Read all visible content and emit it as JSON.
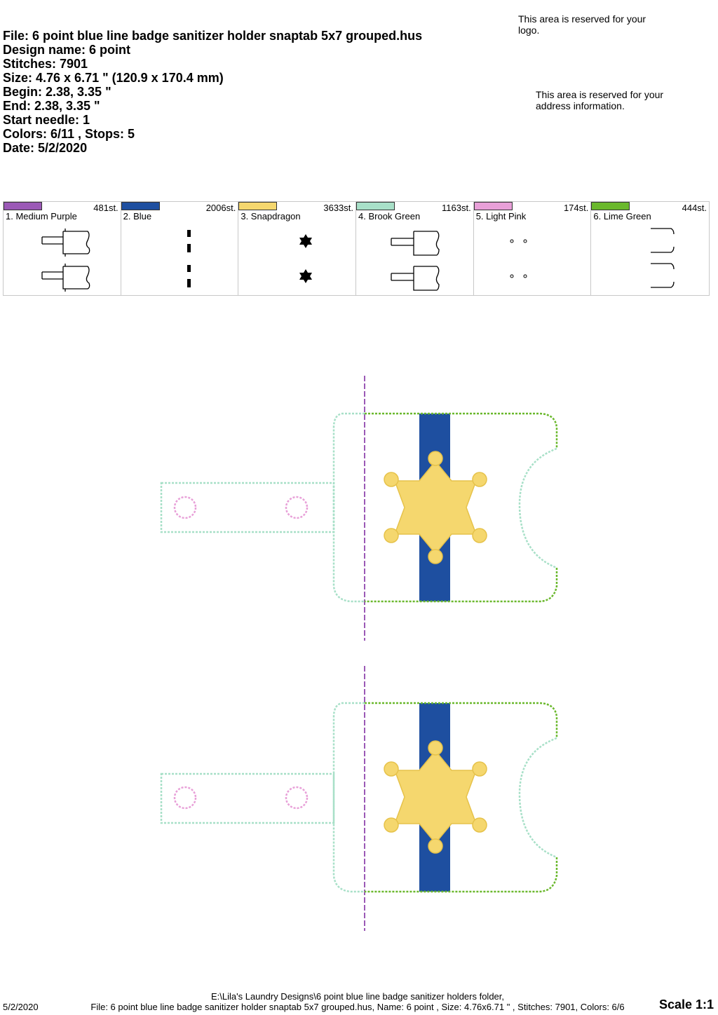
{
  "info": {
    "file": "File: 6 point blue line badge sanitizer holder snaptab 5x7  grouped.hus",
    "design_name": "Design name: 6 point",
    "stitches": "Stitches: 7901",
    "size": "Size: 4.76 x 6.71 \" (120.9 x 170.4 mm)",
    "begin": "Begin: 2.38, 3.35 \"",
    "end": "End: 2.38, 3.35 \"",
    "start_needle": "Start needle: 1",
    "colors": "Colors: 6/11 , Stops: 5",
    "date": "Date: 5/2/2020"
  },
  "notes": {
    "logo": "This area is reserved for your logo.",
    "address": "This area is reserved for your address information."
  },
  "colors": [
    {
      "label": "1. Medium Purple",
      "stitches": "481st.",
      "hex": "#9b59b6",
      "icon": "tab-outline"
    },
    {
      "label": "2. Blue",
      "stitches": "2006st.",
      "hex": "#1e4fa0",
      "icon": "dashed-line"
    },
    {
      "label": "3. Snapdragon",
      "stitches": "3633st.",
      "hex": "#f5d76e",
      "icon": "star-badge"
    },
    {
      "label": "4. Brook Green",
      "stitches": "1163st.",
      "hex": "#a8e0c8",
      "icon": "tab-outline"
    },
    {
      "label": "5. Light Pink",
      "stitches": "174st.",
      "hex": "#e8a0d8",
      "icon": "snap-dots"
    },
    {
      "label": "6. Lime Green",
      "stitches": "444st.",
      "hex": "#6ab82c",
      "icon": "bracket-lines"
    }
  ],
  "footer": {
    "date": "5/2/2020",
    "path": "E:\\Lila's Laundry Designs\\6 point blue line badge sanitizer holders folder,",
    "file_line": "File: 6 point blue line badge sanitizer holder snaptab 5x7  grouped.hus, Name: 6 point , Size: 4.76x6.71 \" , Stitches: 7901, Colors: 6/6",
    "scale": "Scale 1:1"
  }
}
